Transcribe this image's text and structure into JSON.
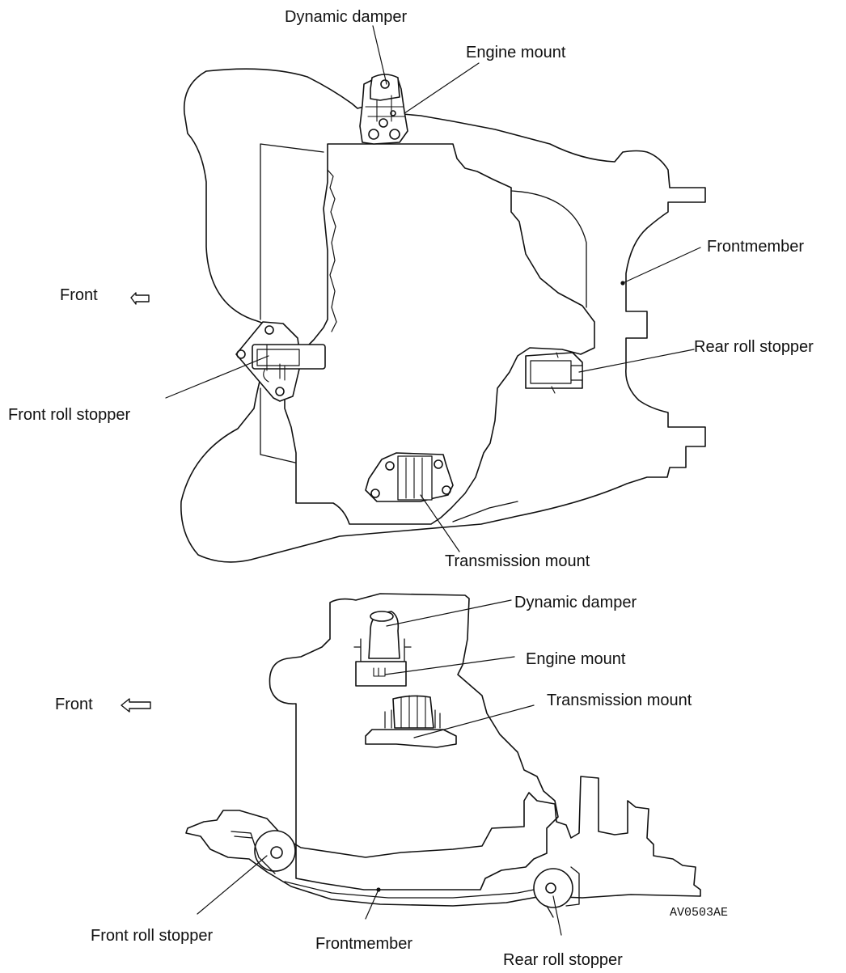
{
  "top_view": {
    "labels": {
      "dynamic_damper": "Dynamic damper",
      "engine_mount": "Engine mount",
      "frontmember": "Frontmember",
      "front": "Front",
      "rear_roll_stopper": "Rear roll stopper",
      "front_roll_stopper": "Front roll stopper",
      "transmission_mount": "Transmission mount"
    }
  },
  "side_view": {
    "labels": {
      "dynamic_damper": "Dynamic damper",
      "engine_mount": "Engine mount",
      "front": "Front",
      "transmission_mount": "Transmission mount",
      "front_roll_stopper": "Front roll stopper",
      "frontmember": "Frontmember",
      "rear_roll_stopper": "Rear roll stopper"
    }
  },
  "figure_code": "AV0503AE",
  "colors": {
    "ink": "#111111",
    "paper": "#ffffff",
    "part_fill": "#ffffff"
  }
}
